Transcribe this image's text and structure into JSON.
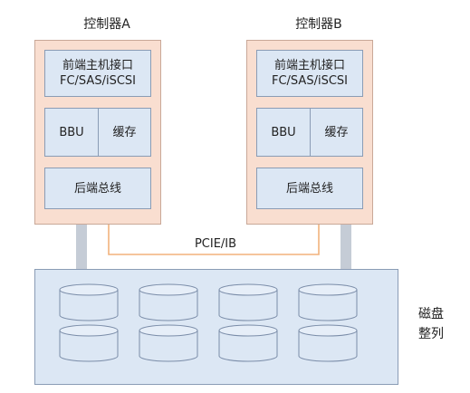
{
  "controller_a": {
    "title": "控制器A",
    "frontend_line1": "前端主机接口",
    "frontend_line2": "FC/SAS/iSCSI",
    "bbu": "BBU",
    "cache": "缓存",
    "backend": "后端总线"
  },
  "controller_b": {
    "title": "控制器B",
    "frontend_line1": "前端主机接口",
    "frontend_line2": "FC/SAS/iSCSI",
    "bbu": "BBU",
    "cache": "缓存",
    "backend": "后端总线"
  },
  "interconnect": {
    "label": "PCIE/IB",
    "color": "#f2b27c"
  },
  "disk_array": {
    "label_line1": "磁盘",
    "label_line2": "整列",
    "disk_rows": 2,
    "disk_cols": 4
  },
  "colors": {
    "controller_fill": "#f9ded0",
    "component_fill": "#dce7f4",
    "component_border": "#8a9cb5"
  }
}
